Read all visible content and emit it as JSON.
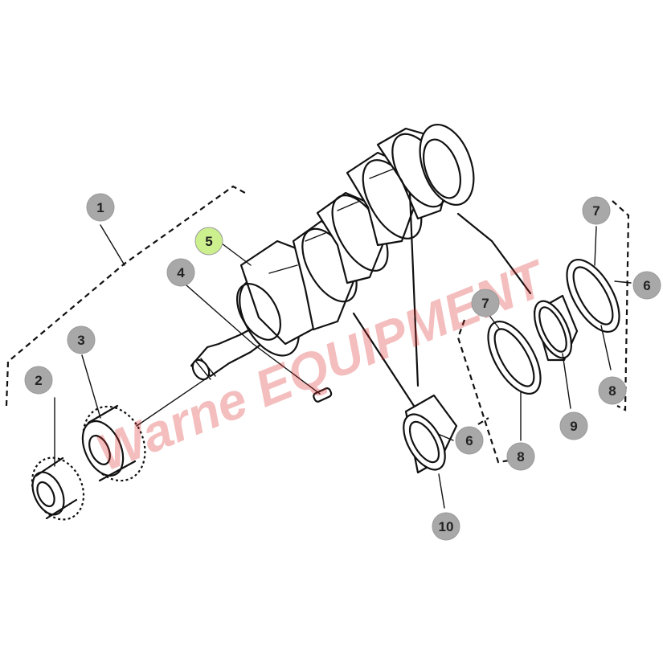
{
  "diagram": {
    "callouts": [
      {
        "id": "c1",
        "label": "1",
        "highlight": false
      },
      {
        "id": "c2",
        "label": "2",
        "highlight": false
      },
      {
        "id": "c3",
        "label": "3",
        "highlight": false
      },
      {
        "id": "c4",
        "label": "4",
        "highlight": false
      },
      {
        "id": "c5",
        "label": "5",
        "highlight": true
      },
      {
        "id": "c6a",
        "label": "6",
        "highlight": false
      },
      {
        "id": "c6b",
        "label": "6",
        "highlight": false
      },
      {
        "id": "c7a",
        "label": "7",
        "highlight": false
      },
      {
        "id": "c7b",
        "label": "7",
        "highlight": false
      },
      {
        "id": "c8a",
        "label": "8",
        "highlight": false
      },
      {
        "id": "c8b",
        "label": "8",
        "highlight": false
      },
      {
        "id": "c9",
        "label": "9",
        "highlight": false
      },
      {
        "id": "c10",
        "label": "10",
        "highlight": false
      }
    ],
    "colors": {
      "callout_fill": "#a8a8a8",
      "callout_highlight": "#cdf08f",
      "line": "#111111",
      "watermark": "#dc2828"
    },
    "watermark_text": "Warne EQUIPMENT"
  }
}
